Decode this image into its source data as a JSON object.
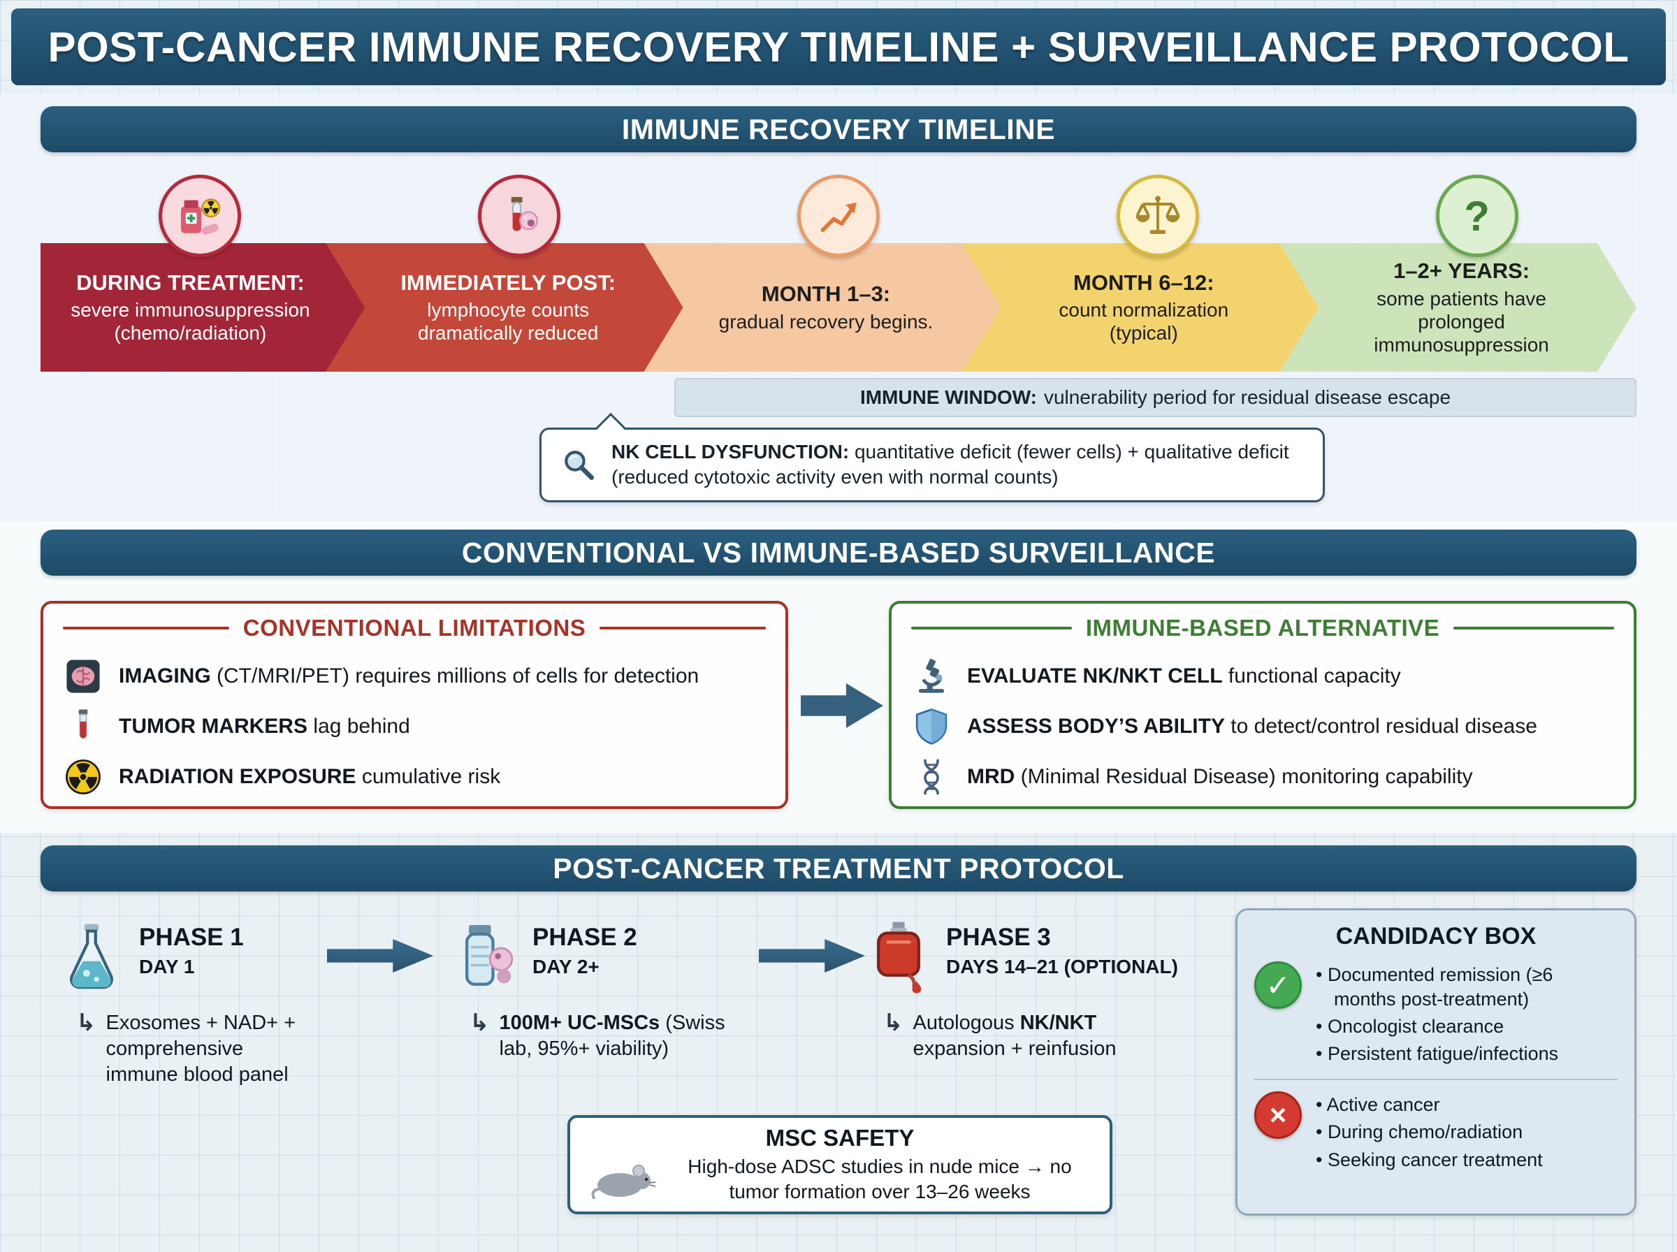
{
  "header": {
    "title": "POST-CANCER IMMUNE RECOVERY TIMELINE + SURVEILLANCE PROTOCOL"
  },
  "icons": {
    "question": "?",
    "check": "✓",
    "cross": "×",
    "return_arrow": "↳"
  },
  "timeline": {
    "banner": "IMMUNE RECOVERY TIMELINE",
    "stages": [
      {
        "heading": "DURING TREATMENT:",
        "body": "severe immunosuppression (chemo/radiation)",
        "bg": "#a32638",
        "fg": "#ffffff"
      },
      {
        "heading": "IMMEDIATELY POST:",
        "body": "lymphocyte counts dramatically reduced",
        "bg": "#c4483a",
        "fg": "#ffffff"
      },
      {
        "heading": "MONTH 1–3:",
        "body": "gradual recovery begins.",
        "bg": "#f6c8a2",
        "fg": "#1d1d1d"
      },
      {
        "heading": "MONTH 6–12:",
        "body": "count normalization (typical)",
        "bg": "#f2d36e",
        "fg": "#1d1d1d"
      },
      {
        "heading": "1–2+ YEARS:",
        "body": "some patients have prolonged immunosuppression",
        "bg": "#cde4ba",
        "fg": "#1d1d1d"
      }
    ],
    "immune_window": {
      "label": "IMMUNE WINDOW:",
      "text": "vulnerability period for residual disease escape"
    },
    "nk_callout": {
      "label": "NK CELL DYSFUNCTION:",
      "text": "quantitative deficit (fewer cells) + qualitative deficit (reduced cytotoxic activity even with normal counts)"
    }
  },
  "surveillance": {
    "banner": "CONVENTIONAL VS IMMUNE-BASED SURVEILLANCE",
    "conventional": {
      "title": "CONVENTIONAL LIMITATIONS",
      "accent": "#a93226",
      "items": [
        {
          "bold": "IMAGING",
          "text": "(CT/MRI/PET) requires millions of cells for detection"
        },
        {
          "bold": "TUMOR MARKERS",
          "text": "lag behind"
        },
        {
          "bold": "RADIATION EXPOSURE",
          "text": "cumulative risk"
        }
      ]
    },
    "immune": {
      "title": "IMMUNE-BASED ALTERNATIVE",
      "accent": "#3e7d34",
      "items": [
        {
          "bold": "EVALUATE NK/NKT CELL",
          "text": "functional capacity"
        },
        {
          "bold": "ASSESS BODY’S ABILITY",
          "text": "to detect/control residual disease"
        },
        {
          "bold": "MRD",
          "text": "(Minimal Residual Disease) monitoring capability"
        }
      ]
    }
  },
  "protocol": {
    "banner": "POST-CANCER TREATMENT PROTOCOL",
    "phases": [
      {
        "title": "PHASE 1",
        "subtitle": "DAY 1",
        "pre": "Exosomes + NAD+ + comprehensive immune blood panel",
        "bold": "",
        "post": ""
      },
      {
        "title": "PHASE 2",
        "subtitle": "DAY 2+",
        "pre": "",
        "bold": "100M+ UC-MSCs",
        "post": "(Swiss lab, 95%+ viability)"
      },
      {
        "title": "PHASE 3",
        "subtitle": "DAYS 14–21 (OPTIONAL)",
        "pre": "Autologous",
        "bold": "NK/NKT",
        "post": "expansion + reinfusion"
      }
    ],
    "candidacy": {
      "title": "CANDIDACY BOX",
      "eligible": [
        "Documented remission (≥6 months post-treatment)",
        "Oncologist clearance",
        "Persistent fatigue/infections"
      ],
      "ineligible": [
        "Active cancer",
        "During chemo/radiation",
        "Seeking cancer treatment"
      ]
    },
    "msc_safety": {
      "title": "MSC SAFETY",
      "text": "High-dose ADSC studies in nude mice → no tumor formation over 13–26 weeks"
    }
  },
  "colors": {
    "banner_blue": "#1e4e6e",
    "arrow_blue": "#35617f"
  }
}
